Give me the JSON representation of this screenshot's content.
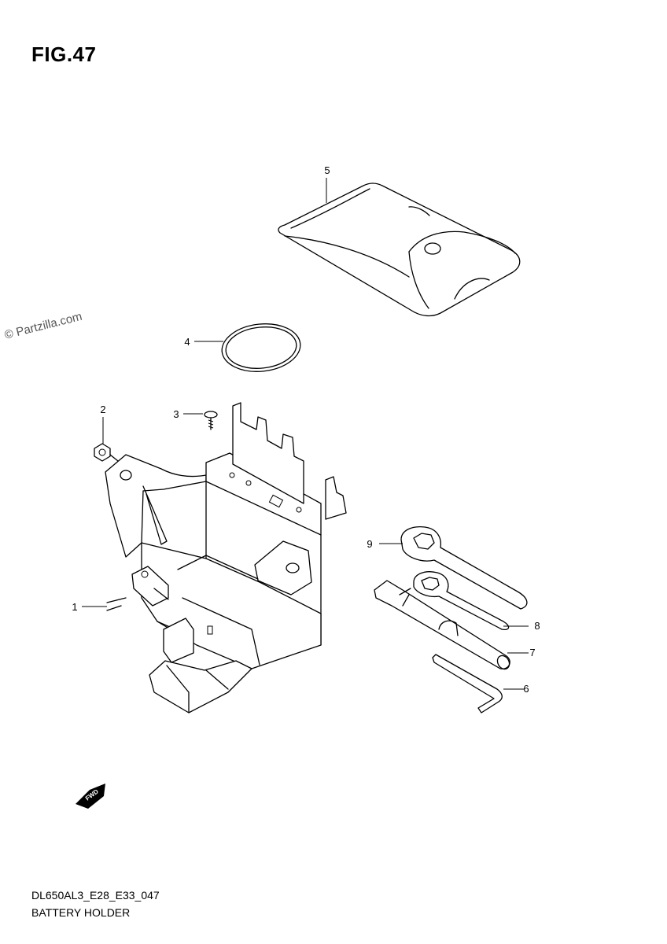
{
  "header": {
    "figure_label": "FIG.47"
  },
  "watermark": "© Partzilla.com",
  "callouts": [
    {
      "id": "1",
      "label": "1"
    },
    {
      "id": "2",
      "label": "2"
    },
    {
      "id": "3",
      "label": "3"
    },
    {
      "id": "4",
      "label": "4"
    },
    {
      "id": "5",
      "label": "5"
    },
    {
      "id": "6",
      "label": "6"
    },
    {
      "id": "7",
      "label": "7"
    },
    {
      "id": "8",
      "label": "8"
    },
    {
      "id": "9",
      "label": "9"
    }
  ],
  "fwd_arrow": {
    "label": "FWD"
  },
  "footer": {
    "code": "DL650AL3_E28_E33_047",
    "name": "BATTERY HOLDER"
  }
}
